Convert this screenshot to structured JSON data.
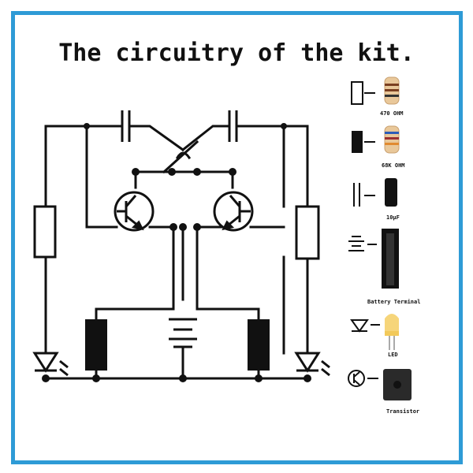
{
  "title": "The circuitry of the kit.",
  "legend": [
    {
      "key": "resistor-470",
      "label": "470 OHM",
      "icon": "resistor-symbol"
    },
    {
      "key": "resistor-68k",
      "label": "68K OHM",
      "icon": "filled-rectangle-symbol"
    },
    {
      "key": "capacitor",
      "label": "10µF",
      "icon": "capacitor-symbol"
    },
    {
      "key": "battery",
      "label": "Battery Terminal",
      "icon": "battery-symbol"
    },
    {
      "key": "led",
      "label": "LED",
      "icon": "led-symbol"
    },
    {
      "key": "transistor",
      "label": "Transistor",
      "icon": "transistor-symbol"
    }
  ],
  "colors": {
    "frame": "#2e9bd6",
    "line": "#111111",
    "led_body": "#f6d57a",
    "resistor_body": "#e9c89a"
  }
}
